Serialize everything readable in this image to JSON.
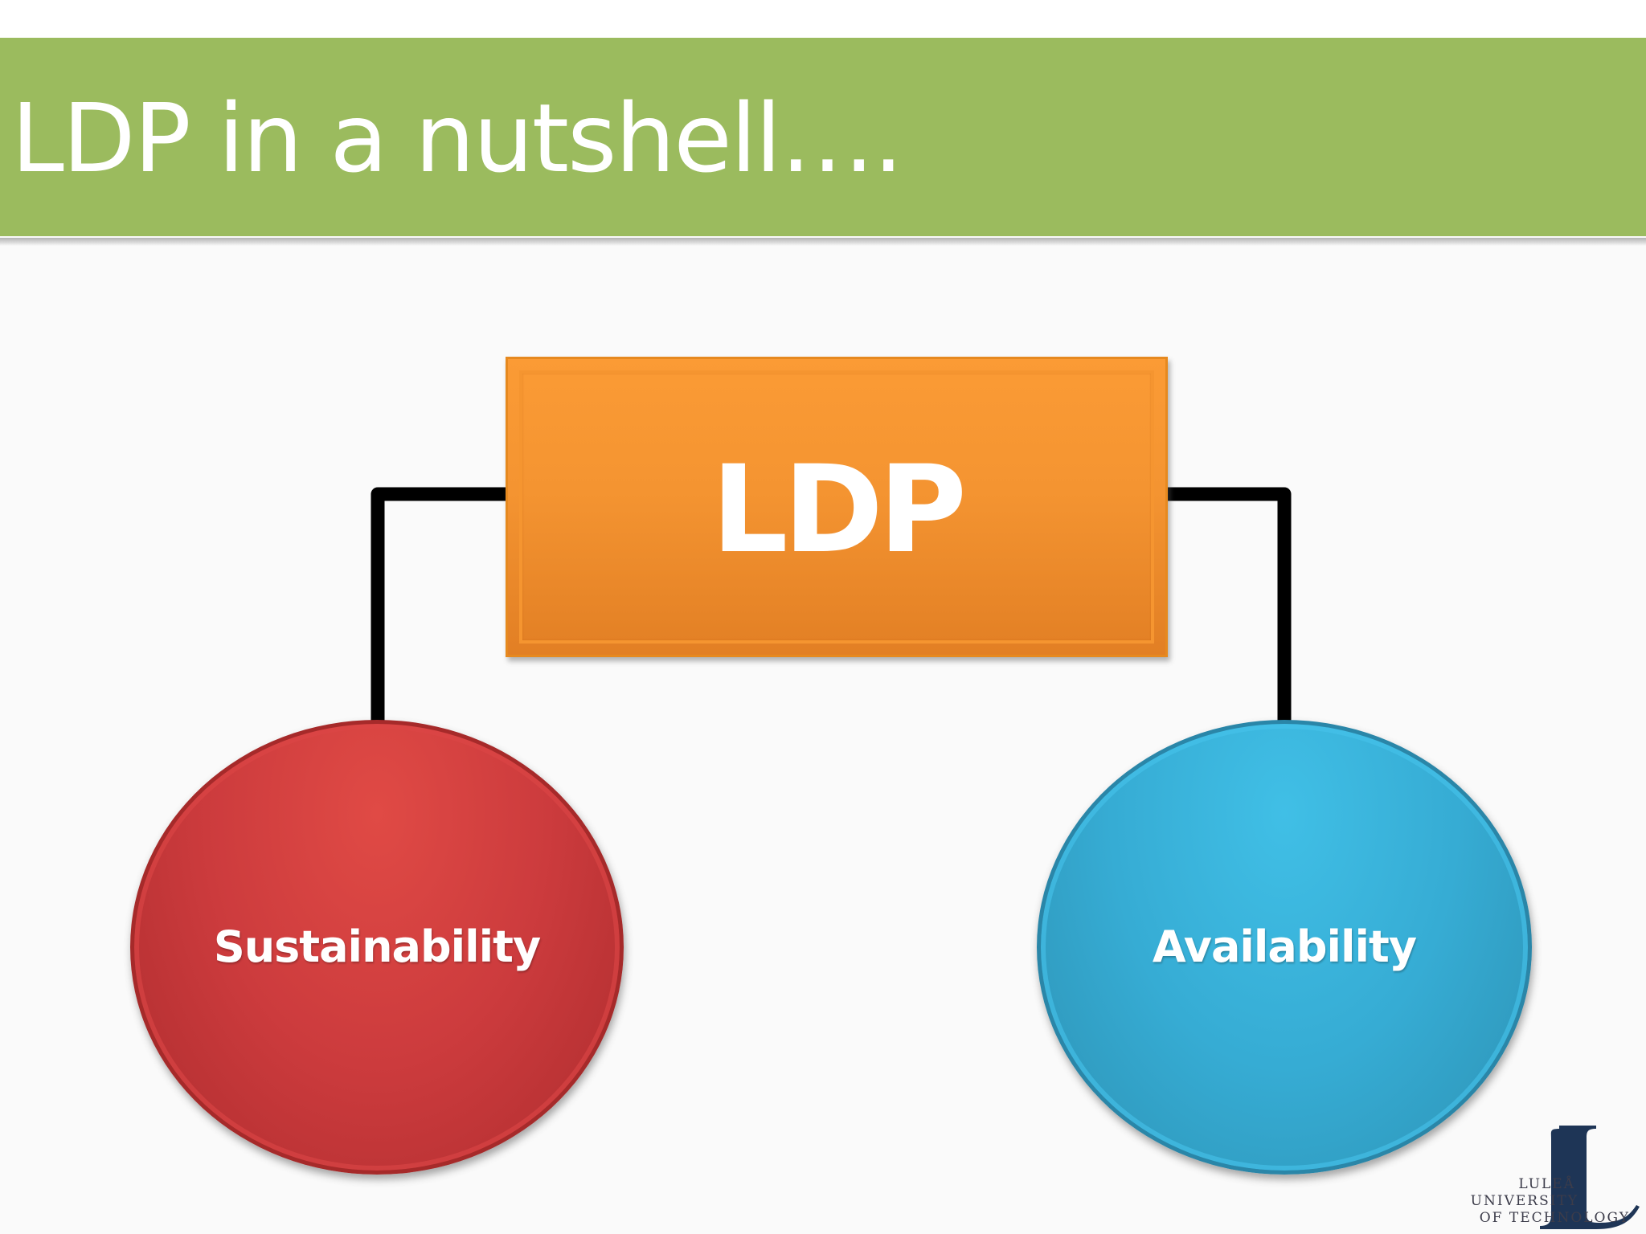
{
  "slide": {
    "title": "LDP in a nutshell…."
  },
  "diagram": {
    "root": {
      "label": "LDP",
      "color": "#f39030"
    },
    "children": [
      {
        "label": "Sustainability",
        "color": "#c93b3d"
      },
      {
        "label": "Availability",
        "color": "#38b0d8"
      }
    ]
  },
  "logo": {
    "line1": "LULEÅ",
    "line2": "UNIVERSITY",
    "line3": "OF TECHNOLOGY"
  },
  "colors": {
    "title_band": "#9bbb5e",
    "connector": "#000000"
  }
}
